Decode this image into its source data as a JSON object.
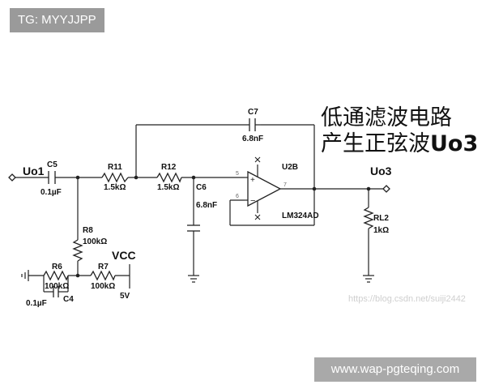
{
  "top_badge": "TG: MYYJJPP",
  "bottom_badge": "www.wap-pgteqing.com",
  "title": {
    "line1": "低通滤波电路",
    "line2_prefix": "产生正弦波",
    "line2_bold": "Uo3"
  },
  "watermark": "https://blog.csdn.net/suiji2442",
  "components": {
    "c5": {
      "name": "C5",
      "value": "0.1µF"
    },
    "r11": {
      "name": "R11",
      "value": "1.5kΩ"
    },
    "r12": {
      "name": "R12",
      "value": "1.5kΩ"
    },
    "c6": {
      "name": "C6",
      "value": "6.8nF"
    },
    "c7": {
      "name": "C7",
      "value": "6.8nF"
    },
    "r8": {
      "name": "R8",
      "value": "100kΩ"
    },
    "r6": {
      "name": "R6",
      "value": "100kΩ"
    },
    "r7": {
      "name": "R7",
      "value": "100kΩ"
    },
    "c4": {
      "name": "C4",
      "value": "0.1µF"
    },
    "rl2": {
      "name": "RL2",
      "value": "1kΩ"
    },
    "u2b": {
      "name": "U2B",
      "part": "LM324AD",
      "pin_plus": "5",
      "pin_minus": "6",
      "pin_out": "7"
    },
    "vcc": {
      "name": "VCC",
      "value": "5V"
    }
  },
  "nets": {
    "input": "Uo1",
    "output": "Uo3"
  }
}
